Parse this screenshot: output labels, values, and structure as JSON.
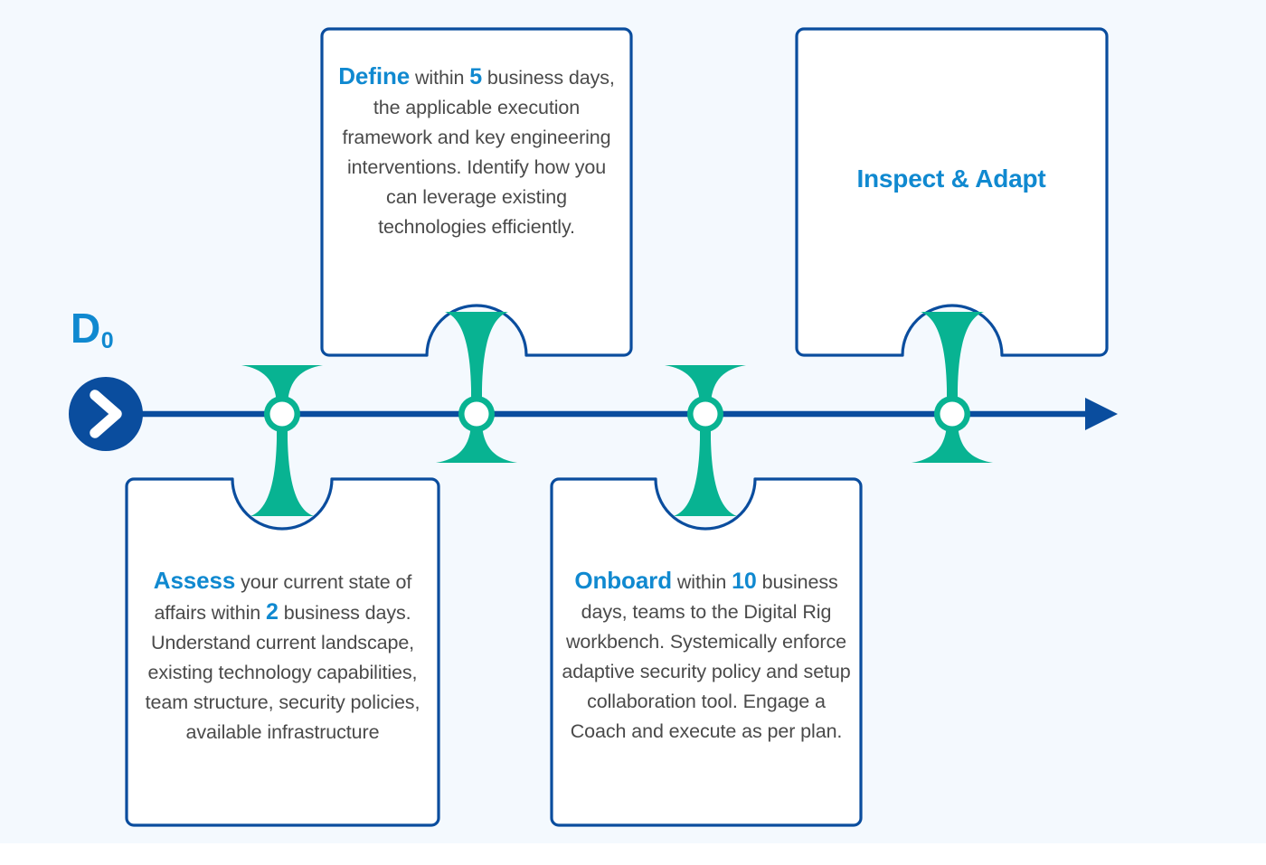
{
  "theme": {
    "background": "#f4f9fe",
    "bottom_strip": "#ffffff",
    "navy": "#0a4d9e",
    "navy_dark": "#0b4a97",
    "accent_blue": "#1089d0",
    "green": "#08b392",
    "body_text": "#4a4a4a",
    "card_fill": "#ffffff"
  },
  "timeline": {
    "start_marker": {
      "label": "D",
      "subscript": "0",
      "icon": "chevron-right-icon"
    },
    "end_marker": {
      "icon": "arrow-right-icon"
    },
    "nodes": [
      {
        "id": "assess",
        "position": "below",
        "order": 1
      },
      {
        "id": "define",
        "position": "above",
        "order": 2
      },
      {
        "id": "onboard",
        "position": "below",
        "order": 3
      },
      {
        "id": "inspect",
        "position": "above",
        "order": 4
      }
    ]
  },
  "cards": {
    "define": {
      "id": "define",
      "lead": "Define",
      "connector_1": "within",
      "number": "5",
      "body": "business days, the applicable execution framework and key engineering interventions. Identify how you can leverage existing technologies efficiently."
    },
    "inspect": {
      "id": "inspect",
      "title": "Inspect & Adapt"
    },
    "assess": {
      "id": "assess",
      "lead": "Assess",
      "connector_1": "your current state of affairs within",
      "number": "2",
      "body": "business days. Understand current landscape, existing technology capabilities, team structure, security policies, available infrastructure"
    },
    "onboard": {
      "id": "onboard",
      "lead": "Onboard",
      "connector_1": "within",
      "number": "10",
      "body": "business days, teams to the Digital Rig workbench. Systemically enforce adaptive security policy and setup collaboration tool. Engage a Coach and execute as per plan."
    }
  }
}
